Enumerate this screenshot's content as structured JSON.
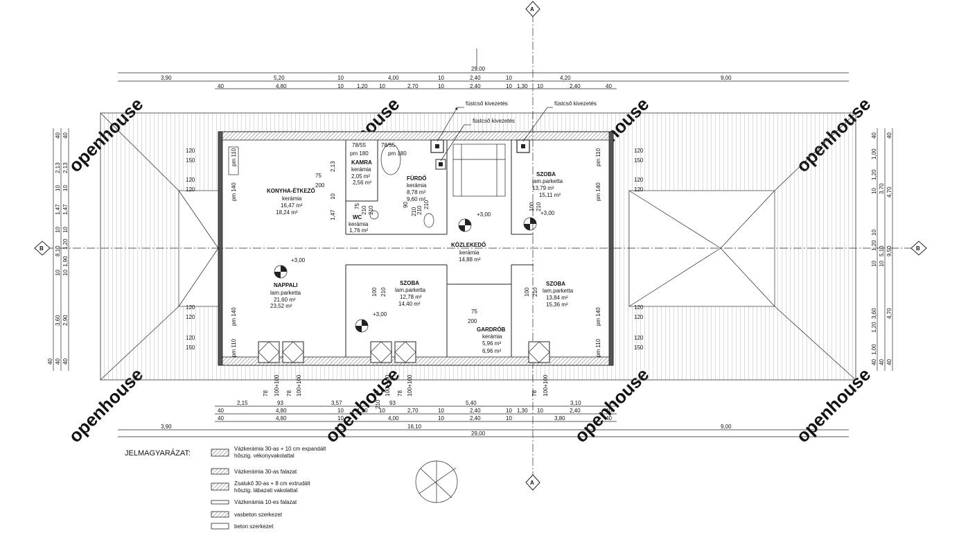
{
  "axes": {
    "a_label": "A",
    "b_label": "B"
  },
  "top_dims": {
    "overall": "29,00",
    "row1": [
      "3,90",
      "5,20",
      "10",
      "4,00",
      "10",
      "2,40",
      "10",
      "4,20",
      "9,00"
    ],
    "row2": [
      "40",
      "4,80",
      "10",
      "1,20",
      "10",
      "2,70",
      "10",
      "2,40",
      "10",
      "1,30",
      "10",
      "2,40",
      "40"
    ]
  },
  "bottom_dims": {
    "row1": [
      "2,15",
      "93",
      "3,57",
      "93",
      "5,40",
      "3,10"
    ],
    "row2": [
      "40",
      "4,80",
      "10",
      "1,20",
      "10",
      "2,70",
      "10",
      "2,40",
      "10",
      "1,30",
      "10",
      "2,40",
      "40"
    ],
    "row3": [
      "40",
      "4,80",
      "10",
      "4,00",
      "10",
      "2,40",
      "10",
      "3,80",
      "40"
    ],
    "row4": [
      "3,90",
      "16,10",
      "9,00"
    ],
    "overall": "29,00"
  },
  "left_dims": [
    "40",
    "40",
    "2,13",
    "2,13",
    "10",
    "10",
    "1,47",
    "1,47",
    "10",
    "10",
    "1,20",
    "8,10",
    "1,90",
    "10",
    "10",
    "3,60",
    "2,90",
    "40",
    "40",
    "40"
  ],
  "right_dims": [
    "40",
    "40",
    "1,00",
    "1,20",
    "10",
    "3,70",
    "4,70",
    "10",
    "1,20",
    "5,10",
    "9,50",
    "10",
    "10",
    "3,60",
    "4,70",
    "1,20",
    "1,00",
    "40",
    "40",
    "40"
  ],
  "window_labels": [
    "120",
    "150",
    "120",
    "120",
    "120",
    "120",
    "150",
    "120",
    "120",
    "150",
    "120",
    "120",
    "120",
    "120",
    "150",
    "120"
  ],
  "opening_labels": [
    "100+100",
    "100+100",
    "100+100",
    "100+100",
    "100+100",
    "78",
    "78",
    "78",
    "78",
    "78",
    "210",
    "210",
    "210",
    "75",
    "200",
    "75",
    "200",
    "90",
    "210",
    "75",
    "210",
    "100",
    "210",
    "100",
    "210",
    "100",
    "210",
    "210",
    "pm 110",
    "pm 140",
    "pm 140",
    "pm 110",
    "pm 110",
    "pm 140",
    "pm 140",
    "pm 110",
    "pm 180",
    "pm 180",
    "78/55",
    "78/55",
    "2,13",
    "1,47",
    "10"
  ],
  "chimneys": [
    "füstcső kivezetés",
    "füstcső kivezetés",
    "füstcső kivezetés"
  ],
  "levels": [
    "+3,00",
    "+3,00",
    "+3,00",
    "+3,00"
  ],
  "rooms": [
    {
      "name": "KONYHA-ÉTKEZŐ",
      "floor": "kerámia",
      "area1": "16,47 m²",
      "area2": "18,24 m²"
    },
    {
      "name": "KAMRA",
      "floor": "kerámia",
      "area1": "2,05 m²",
      "area2": "2,56 m²"
    },
    {
      "name": "FÜRDŐ",
      "floor": "kerámia",
      "area1": "8,78 m²",
      "area2": "9,60 m²"
    },
    {
      "name": "WC",
      "floor": "kerámia",
      "area1": "1,76 m²",
      "area2": ""
    },
    {
      "name": "SZOBA",
      "floor": "lam.parketta",
      "area1": "13,79 m²",
      "area2": "15,11 m²"
    },
    {
      "name": "KÖZLEKEDŐ",
      "floor": "kerámia",
      "area1": "14,88 m²",
      "area2": ""
    },
    {
      "name": "NAPPALI",
      "floor": "lam.parketta",
      "area1": "21,60 m²",
      "area2": "23,52 m²"
    },
    {
      "name": "SZOBA",
      "floor": "lam.parketta",
      "area1": "12,78 m²",
      "area2": "14,40 m²"
    },
    {
      "name": "SZOBA",
      "floor": "lam.parketta",
      "area1": "13,84 m²",
      "area2": "15,36 m²"
    },
    {
      "name": "GARDRÓB",
      "floor": "kerámia",
      "area1": "5,96 m²",
      "area2": "6,96 m²"
    }
  ],
  "legend": {
    "title": "JELMAGYARÁZAT:",
    "items": [
      "Vázkerámia 30-as + 10 cm expandált",
      "hőszig. vékonyvakolattal",
      "Vázkerámia 30-as falazat",
      "Zsalukő 30-as + 8 cm extrudált",
      "hőszig. lábazati vakolattal",
      "Vázkerámia 10-es falazat",
      "vasbeton szerkezet",
      "beton szerkezet"
    ]
  },
  "watermark": "openhouse"
}
